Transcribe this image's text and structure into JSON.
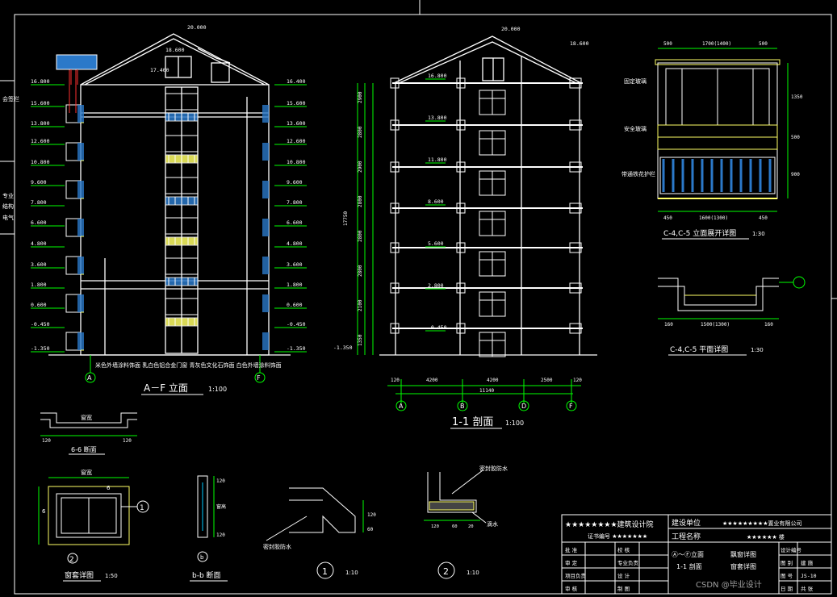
{
  "colors": {
    "background": "#000000",
    "line": "#ffffff",
    "dimension": "#00ff00",
    "window_blue": "#2b79c9",
    "window_yellow": "#ffff66",
    "accent_red": "#ff3030",
    "text_white": "#ffffff"
  },
  "left_margin": {
    "labels": [
      "会签栏",
      "专业",
      "结构",
      "电气"
    ]
  },
  "elevation": {
    "title": "A－F 立面",
    "scale": "1:100",
    "note": "米色外墙涂料饰面 乳白色铝合金门窗 青灰色文化石饰面 白色外墙涂料饰面",
    "top_levels": [
      "20.000",
      "18.600",
      "17.400"
    ],
    "left_levels": [
      "16.800",
      "15.600",
      "13.800",
      "12.600",
      "10.800",
      "9.600",
      "7.800",
      "6.600",
      "4.800",
      "3.600",
      "1.800",
      "0.600",
      "-0.450",
      "-1.350"
    ],
    "right_levels": [
      "16.400",
      "15.600",
      "13.600",
      "12.600",
      "10.800",
      "9.600",
      "7.800",
      "6.600",
      "4.800",
      "3.600",
      "1.800",
      "0.600",
      "-0.450",
      "-1.350"
    ],
    "axes": [
      "A",
      "F"
    ]
  },
  "section": {
    "title": "1-1 剖面",
    "scale": "1:100",
    "top_levels": [
      "20.000",
      "18.600"
    ],
    "floor_levels": [
      "16.800",
      "13.800",
      "11.800",
      "8.600",
      "5.600",
      "2.800",
      "-0.450"
    ],
    "ground_level": "-1.350",
    "left_dims": [
      "2900",
      "2800",
      "2900",
      "2800",
      "2800",
      "2800",
      "2100",
      "1350"
    ],
    "total_height": "17750",
    "bottom_dims": [
      "120",
      "4200",
      "4200",
      "2500",
      "120"
    ],
    "total_width": "11140",
    "axes": [
      "A",
      "B",
      "D",
      "F"
    ]
  },
  "window_elevation": {
    "title": "C-4,C-5 立面展开详图",
    "scale": "1:30",
    "top_dims": [
      "500",
      "1700(1400)",
      "500"
    ],
    "bottom_dims": [
      "450",
      "1600(1300)",
      "450"
    ],
    "side_dims": [
      "1350",
      "500",
      "900"
    ],
    "labels": [
      "固定玻璃",
      "安全玻璃",
      "带通铁花护栏"
    ]
  },
  "window_plan": {
    "title": "C-4,C-5 平面详图",
    "scale": "1:30",
    "dims": [
      "160",
      "1500(1300)",
      "160"
    ]
  },
  "detail_section": {
    "title": "6-6 断面",
    "label": "窗宽",
    "dims": [
      "120",
      "120"
    ]
  },
  "window_surround": {
    "title": "窗套详图",
    "scale": "1:50",
    "label": "窗宽",
    "marker": "1",
    "marker2": "2",
    "cut": "6"
  },
  "b_section": {
    "title": "b-b 断面",
    "dims": [
      "120",
      "窗高",
      "120"
    ],
    "cut": "b"
  },
  "detail1": {
    "number": "1",
    "scale": "1:10",
    "label": "密封胶防水",
    "dims": [
      "120",
      "60"
    ]
  },
  "detail2": {
    "number": "2",
    "scale": "1:10",
    "labels": [
      "密封胶防水",
      "滴水"
    ],
    "dims": [
      "120",
      "60",
      "20"
    ]
  },
  "title_block": {
    "design_institute": "★★★★★★★★建筑设计院",
    "certificate": "证书编号 ★★★★★★★",
    "client_label": "建设单位",
    "client_value": "★★★★★★★★★置业有限公司",
    "project_label": "工程名称",
    "project_value": "★★★★★★ 楼",
    "drawing_name_1": "Ⓐ～Ⓕ立面",
    "drawing_name_2": "1-1 剖面",
    "drawing_name_3": "飘窗详图",
    "drawing_name_4": "窗套详图",
    "rows": [
      "批 准",
      "审 定",
      "项目负责",
      "审 核"
    ],
    "rows2": [
      "校 核",
      "专业负责",
      "设 计",
      "制 图"
    ],
    "right_labels": [
      "设计编号",
      "图 别",
      "图 号",
      "日 期"
    ],
    "right_values": [
      "",
      "建 施",
      "JS-10",
      "共 张"
    ],
    "watermark": "CSDN @毕业设计"
  }
}
